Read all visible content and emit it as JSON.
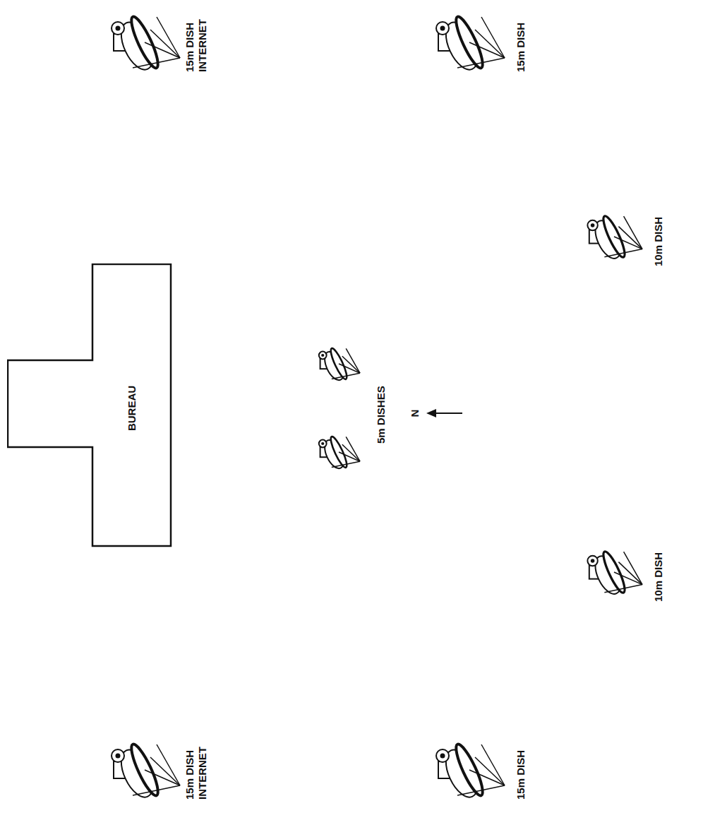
{
  "diagram": {
    "nodes": [
      {
        "text": [
          "BUREAU"
        ]
      }
    ],
    "labels": [
      "15m DISH INTERNET",
      "15m DISH",
      "10m DISH",
      "5m DISHES",
      "N",
      "10m DISH",
      "15m DISH",
      "15m DISH INTERNET"
    ]
  }
}
